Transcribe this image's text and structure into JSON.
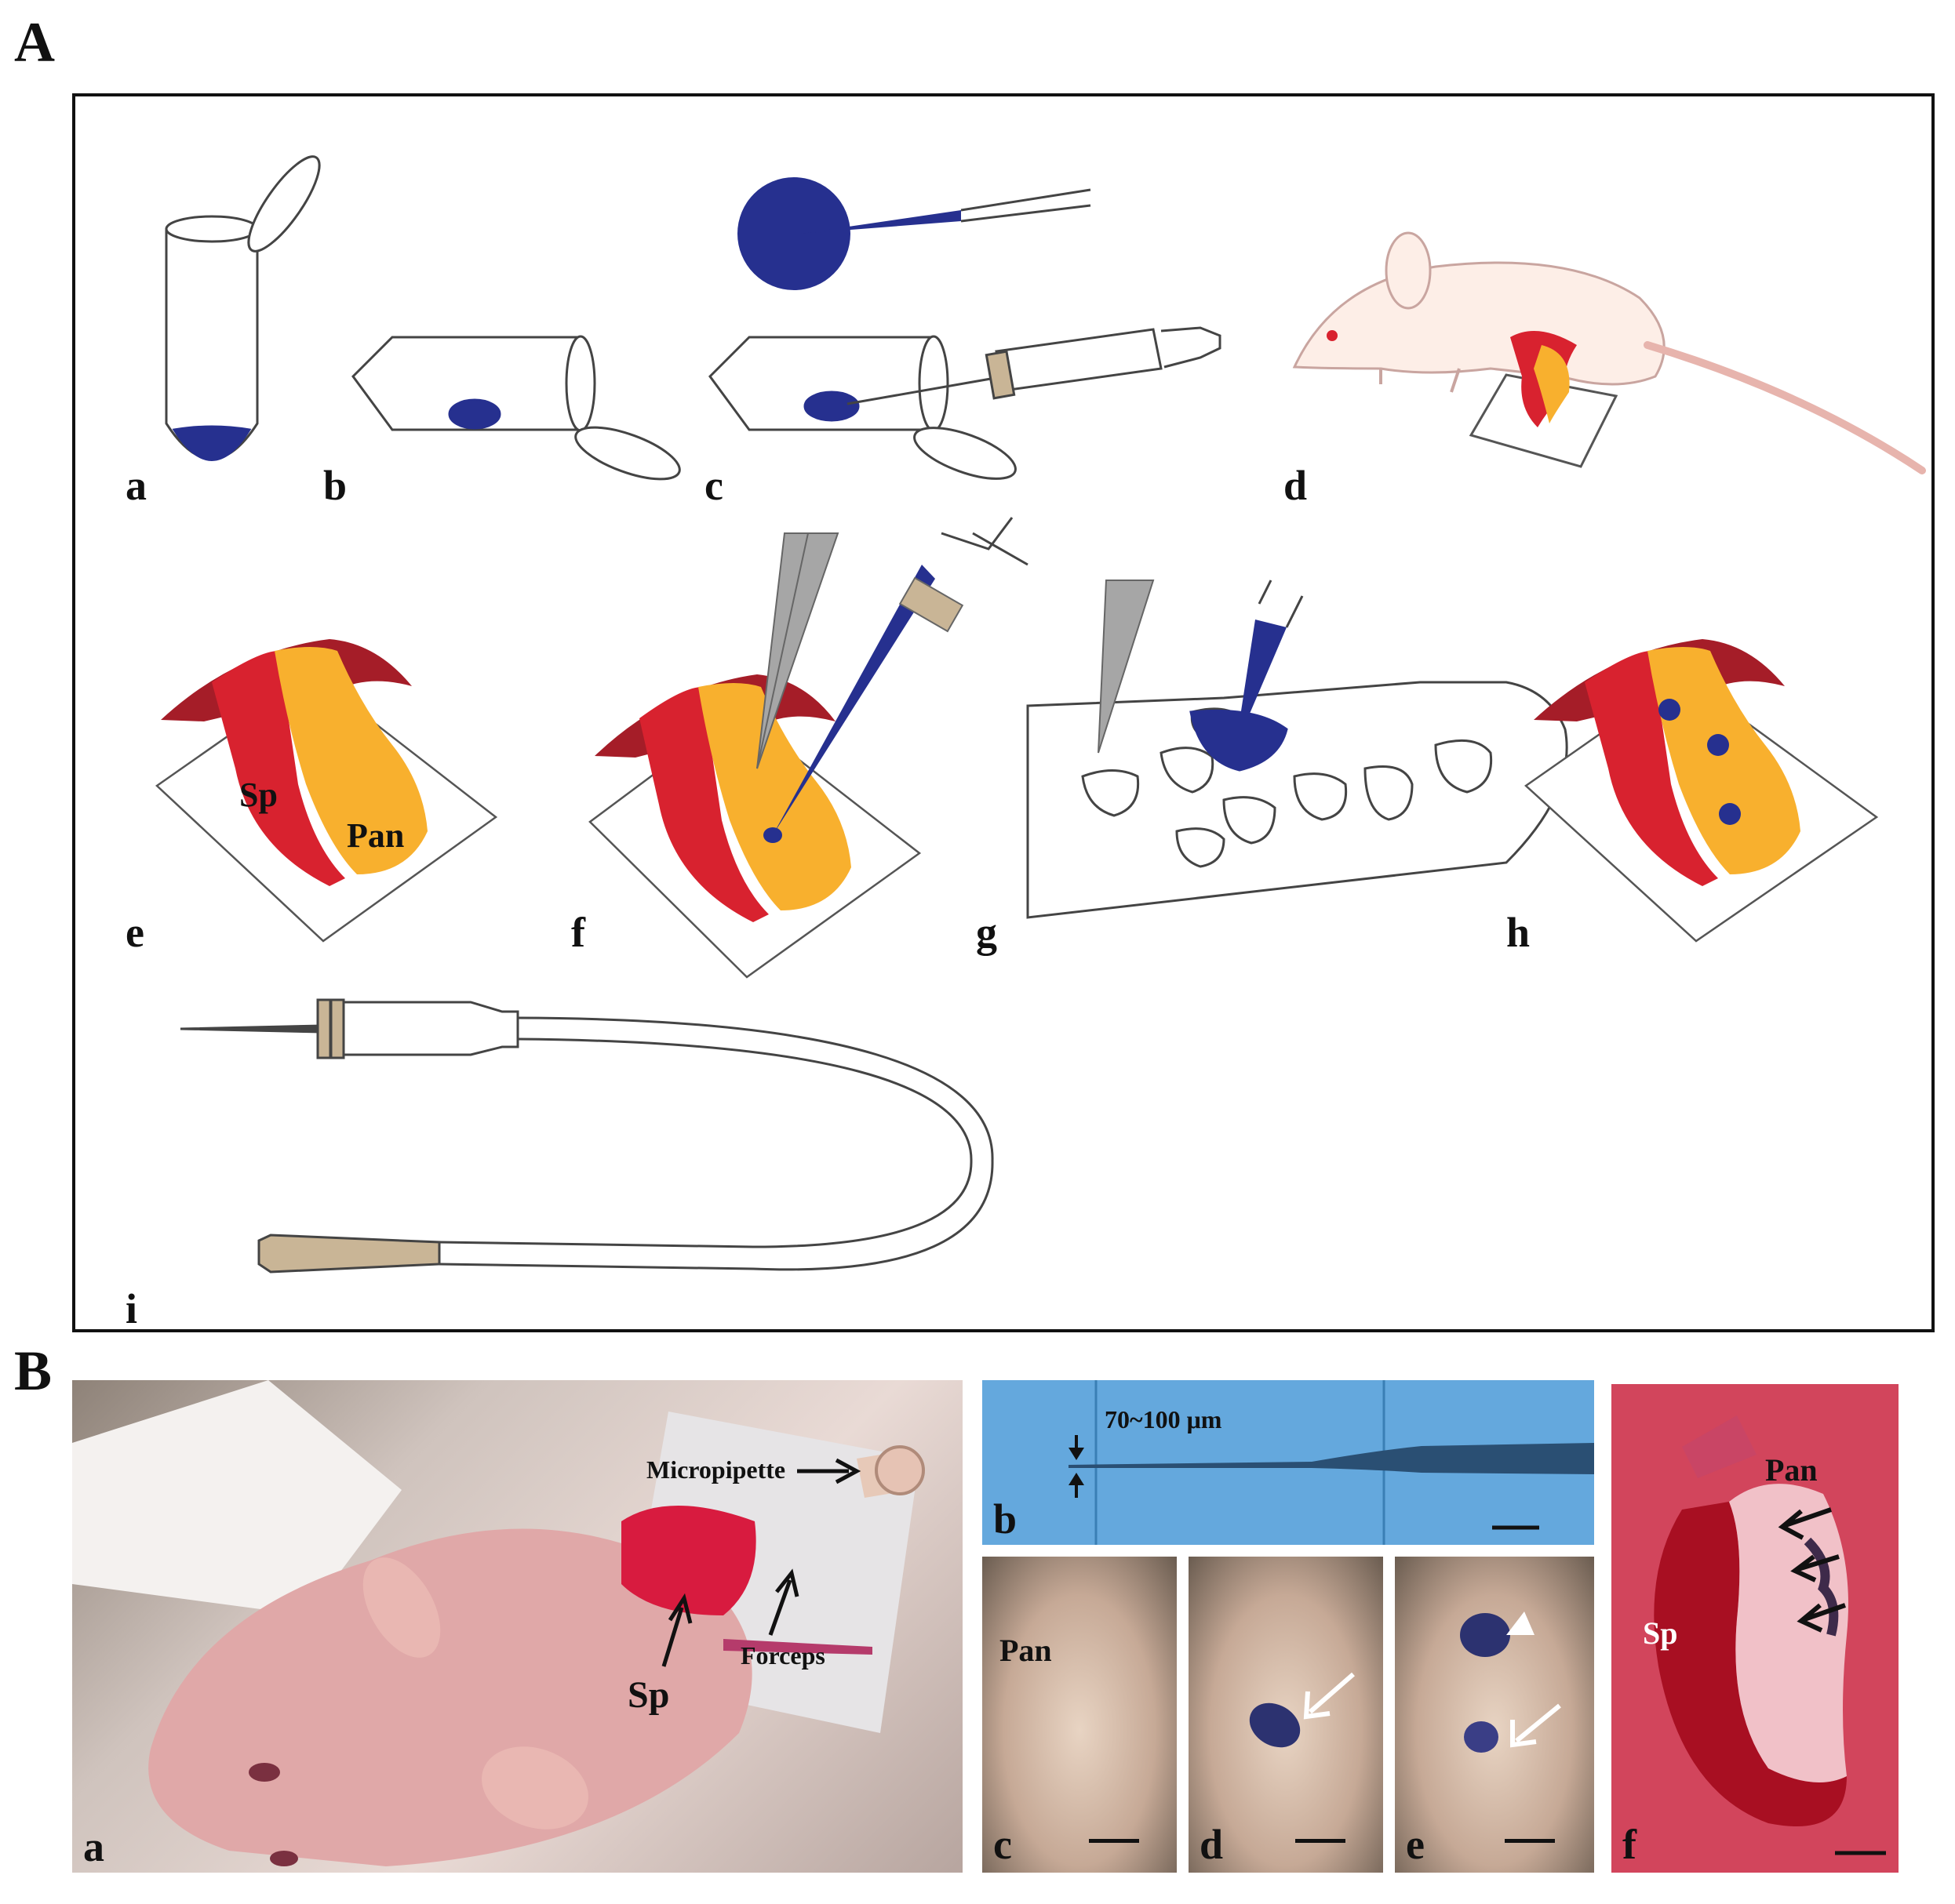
{
  "panel_A": {
    "letter": "A",
    "sublabels": [
      "a",
      "b",
      "c",
      "d",
      "e",
      "f",
      "g",
      "h",
      "i"
    ],
    "organ_labels": {
      "spleen": "Sp",
      "pancreas": "Pan"
    }
  },
  "panel_B": {
    "letter": "B",
    "sublabels": [
      "a",
      "b",
      "c",
      "d",
      "e",
      "f"
    ],
    "photo_a": {
      "micropipette": "Micropipette",
      "forceps": "Forceps",
      "spleen": "Sp"
    },
    "photo_b": {
      "measure": "70~100 μm"
    },
    "photo_c": {
      "pancreas": "Pan"
    },
    "photo_f": {
      "pancreas": "Pan",
      "spleen": "Sp"
    }
  },
  "colors": {
    "dye": "#26308f",
    "spleen": "#d8222f",
    "spleen_dark": "#a51d28",
    "pancreas": "#f8b02e",
    "tube_cap": "#c9b596",
    "forceps": "#a6a6a6",
    "mouse_body": "#fdeee7"
  },
  "icons": [
    "arrow-icon"
  ]
}
